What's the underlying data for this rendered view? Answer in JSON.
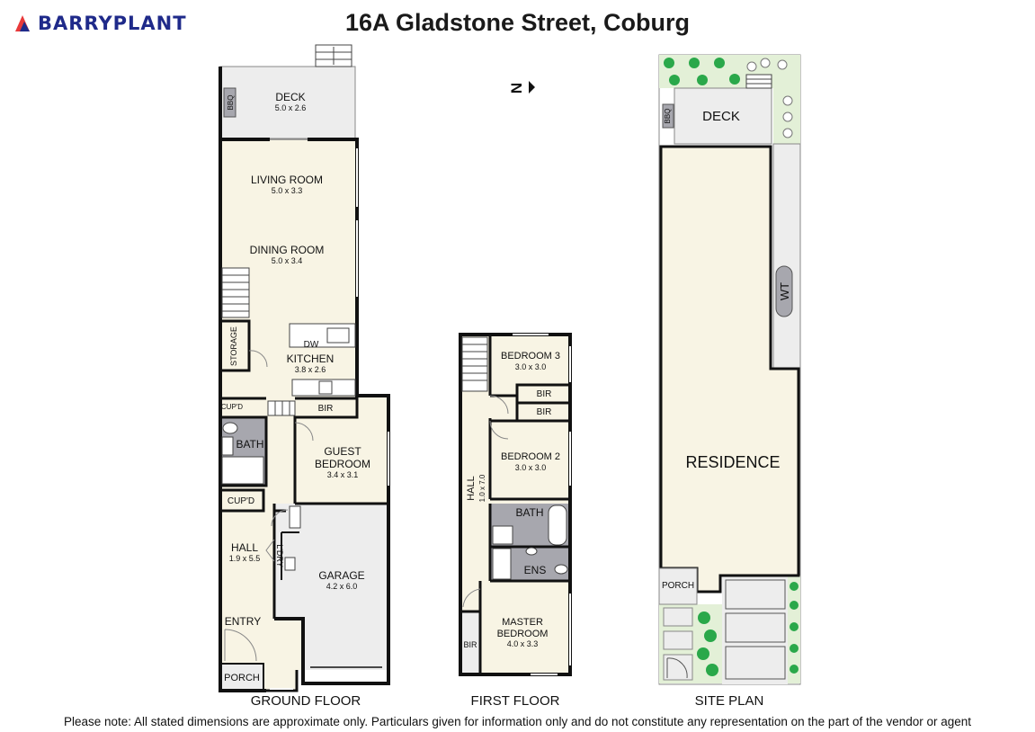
{
  "brand": {
    "name": "BARRYPLANT",
    "colors": {
      "navy": "#1f2a8a",
      "red": "#e8393a"
    }
  },
  "title": "16A Gladstone Street, Coburg",
  "compass": {
    "letter": "N"
  },
  "colors": {
    "floor": "#f8f4e4",
    "wet": "#a7a7ae",
    "deck": "#ededed",
    "garden": "#e3f0d7",
    "tree": "#2aa84a",
    "wall": "#111111"
  },
  "ground_floor": {
    "caption": "GROUND FLOOR",
    "deck": {
      "name": "DECK",
      "dims": "5.0 x 2.6",
      "bbq": "BBQ"
    },
    "living": {
      "name": "LIVING ROOM",
      "dims": "5.0 x 3.3"
    },
    "dining": {
      "name": "DINING ROOM",
      "dims": "5.0 x 3.4"
    },
    "dw": "DW",
    "storage": "STORAGE",
    "kitchen": {
      "name": "KITCHEN",
      "dims": "3.8 x 2.6"
    },
    "cupd1": "CUP'D",
    "bir": "BIR",
    "bath": "BATH",
    "guest": {
      "name1": "GUEST",
      "name2": "BEDROOM",
      "dims": "3.4 x 3.1"
    },
    "cupd2": "CUP'D",
    "hall": {
      "name": "HALL",
      "dims": "1.9 x 5.5"
    },
    "ldry": "L'DRY",
    "garage": {
      "name": "GARAGE",
      "dims": "4.2 x 6.0"
    },
    "entry": "ENTRY",
    "porch": "PORCH"
  },
  "first_floor": {
    "caption": "FIRST FLOOR",
    "bed3": {
      "name": "BEDROOM 3",
      "dims": "3.0 x 3.0"
    },
    "bir1": "BIR",
    "bir2": "BIR",
    "bed2": {
      "name": "BEDROOM 2",
      "dims": "3.0 x 3.0"
    },
    "hall": {
      "name": "HALL",
      "dims": "1.0 x 7.0"
    },
    "bath": "BATH",
    "ens": "ENS",
    "master": {
      "name1": "MASTER",
      "name2": "BEDROOM",
      "dims": "4.0 x 3.3"
    },
    "bir3": "BIR"
  },
  "site_plan": {
    "caption": "SITE PLAN",
    "bbq": "BBQ",
    "deck": "DECK",
    "wt": "WT",
    "residence": "RESIDENCE",
    "porch": "PORCH"
  },
  "note": "Please note: All stated dimensions are approximate only. Particulars given for information only and do not constitute any representation on the part of the vendor or agent"
}
